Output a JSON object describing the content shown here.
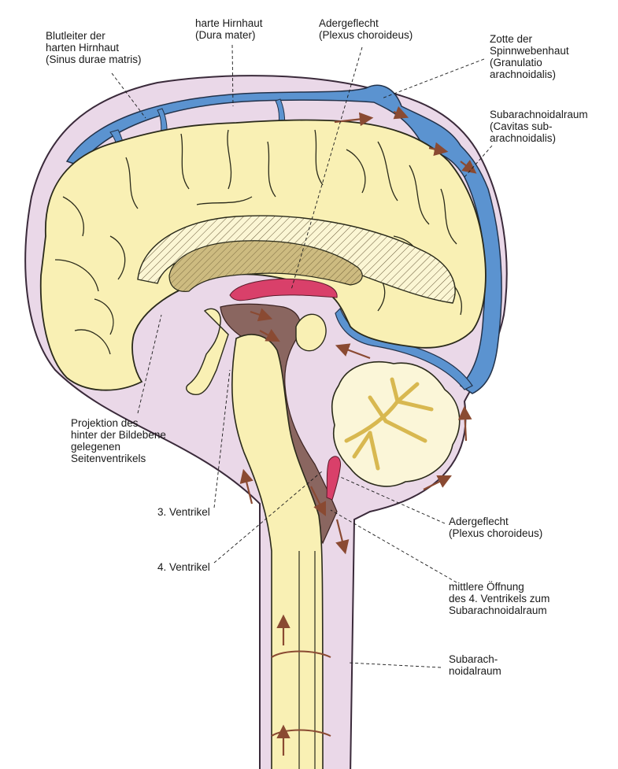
{
  "colors": {
    "brain": "#f9f0b4",
    "brain_outline": "#2a2a1a",
    "csf": "#ead8e8",
    "dura_blue": "#5b93d0",
    "ventricle": "#8a6660",
    "plexus": "#d9406a",
    "arrow": "#8a4a32",
    "hatch_fill": "#c8b476"
  },
  "labels": {
    "sinus": [
      "Blutleiter der",
      "harten Hirnhaut",
      "(Sinus durae matris)"
    ],
    "dura": [
      "harte Hirnhaut",
      "(Dura mater)"
    ],
    "plexus_top": [
      "Adergeflecht",
      "(Plexus choroideus)"
    ],
    "granulatio": [
      "Zotte der",
      "Spinnwebenhaut",
      "(Granulatio",
      "arachnoidalis)"
    ],
    "cavitas": [
      "Subarachnoidalraum",
      "(Cavitas sub-",
      "arachnoidalis)"
    ],
    "projektion": [
      "Projektion des",
      "hinter der Bildebene",
      "gelegenen",
      "Seitenventrikels"
    ],
    "ventrikel3": [
      "3. Ventrikel"
    ],
    "ventrikel4": [
      "4. Ventrikel"
    ],
    "plexus_bottom": [
      "Adergeflecht",
      "(Plexus choroideus)"
    ],
    "apertura": [
      "mittlere Öffnung",
      "des 4. Ventrikels zum",
      "Subarachnoidalraum"
    ],
    "subarach_bottom": [
      "Subarach-",
      "noidalraum"
    ]
  }
}
